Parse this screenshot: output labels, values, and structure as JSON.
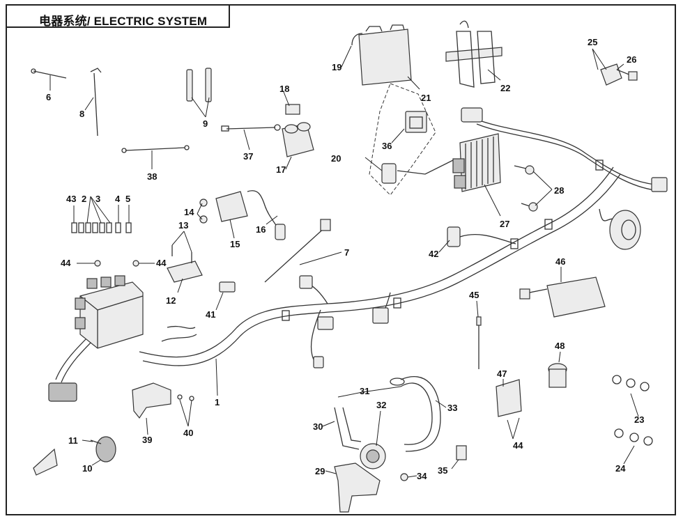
{
  "title": "电器系统/ ELECTRIC SYSTEM",
  "callouts": [
    "1",
    "2",
    "3",
    "4",
    "5",
    "6",
    "8",
    "9",
    "10",
    "11",
    "12",
    "13",
    "14",
    "15",
    "16",
    "17",
    "18",
    "19",
    "20",
    "21",
    "22",
    "23",
    "24",
    "25",
    "26",
    "27",
    "28",
    "29",
    "30",
    "31",
    "32",
    "33",
    "34",
    "35",
    "36",
    "37",
    "38",
    "39",
    "40",
    "41",
    "42",
    "43",
    "44",
    "45",
    "46",
    "47",
    "48",
    "7"
  ],
  "labels": {
    "n1": "1",
    "n2": "2",
    "n3": "3",
    "n4": "4",
    "n5": "5",
    "n6": "6",
    "n7": "7",
    "n8": "8",
    "n9": "9",
    "n10": "10",
    "n11": "11",
    "n12": "12",
    "n13": "13",
    "n14": "14",
    "n15": "15",
    "n16": "16",
    "n17": "17",
    "n18": "18",
    "n19": "19",
    "n20": "20",
    "n21": "21",
    "n22": "22",
    "n23": "23",
    "n24": "24",
    "n25": "25",
    "n26": "26",
    "n27": "27",
    "n28": "28",
    "n29": "29",
    "n30": "30",
    "n31": "31",
    "n32": "32",
    "n33": "33",
    "n34": "34",
    "n35": "35",
    "n36": "36",
    "n37": "37",
    "n38": "38",
    "n39": "39",
    "n40": "40",
    "n41": "41",
    "n42": "42",
    "n43": "43",
    "n44": "44",
    "n45": "45",
    "n46": "46",
    "n47": "47",
    "n48": "48"
  }
}
